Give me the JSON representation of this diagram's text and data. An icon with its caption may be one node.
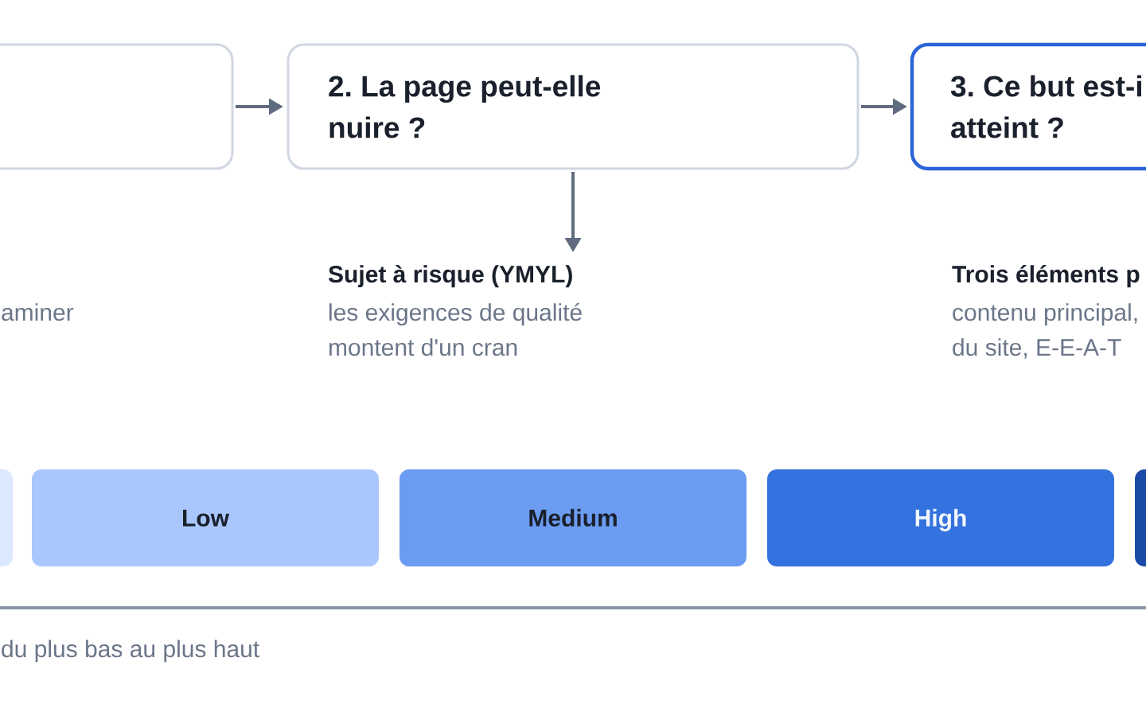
{
  "diagram": {
    "nodes": [
      {
        "text": [],
        "shape": "box"
      },
      {
        "text": [
          "2. La page peut-elle nuire ?"
        ]
      },
      {
        "text": [
          "3. Ce but est-i atteint ?"
        ]
      },
      {
        "text": [
          "Sujet à risque (YMYL)",
          "les exigences de qualité montent d'un cran"
        ]
      },
      {
        "text": [],
        "shape": "bar"
      },
      {
        "text": [
          "Low"
        ]
      },
      {
        "text": [
          "Medium"
        ]
      },
      {
        "text": [
          "High"
        ]
      },
      {
        "text": [],
        "shape": "bar"
      }
    ],
    "edges": [
      {
        "from": 0,
        "to": 1,
        "arrow": "to"
      },
      {
        "from": 1,
        "to": 2,
        "arrow": "to"
      },
      {
        "from": 1,
        "to": 3,
        "arrow": "to"
      }
    ],
    "labels": [
      "aminer",
      "Trois éléments p",
      "contenu principal, du site, E-E-A-T",
      "du plus bas au plus haut"
    ]
  }
}
